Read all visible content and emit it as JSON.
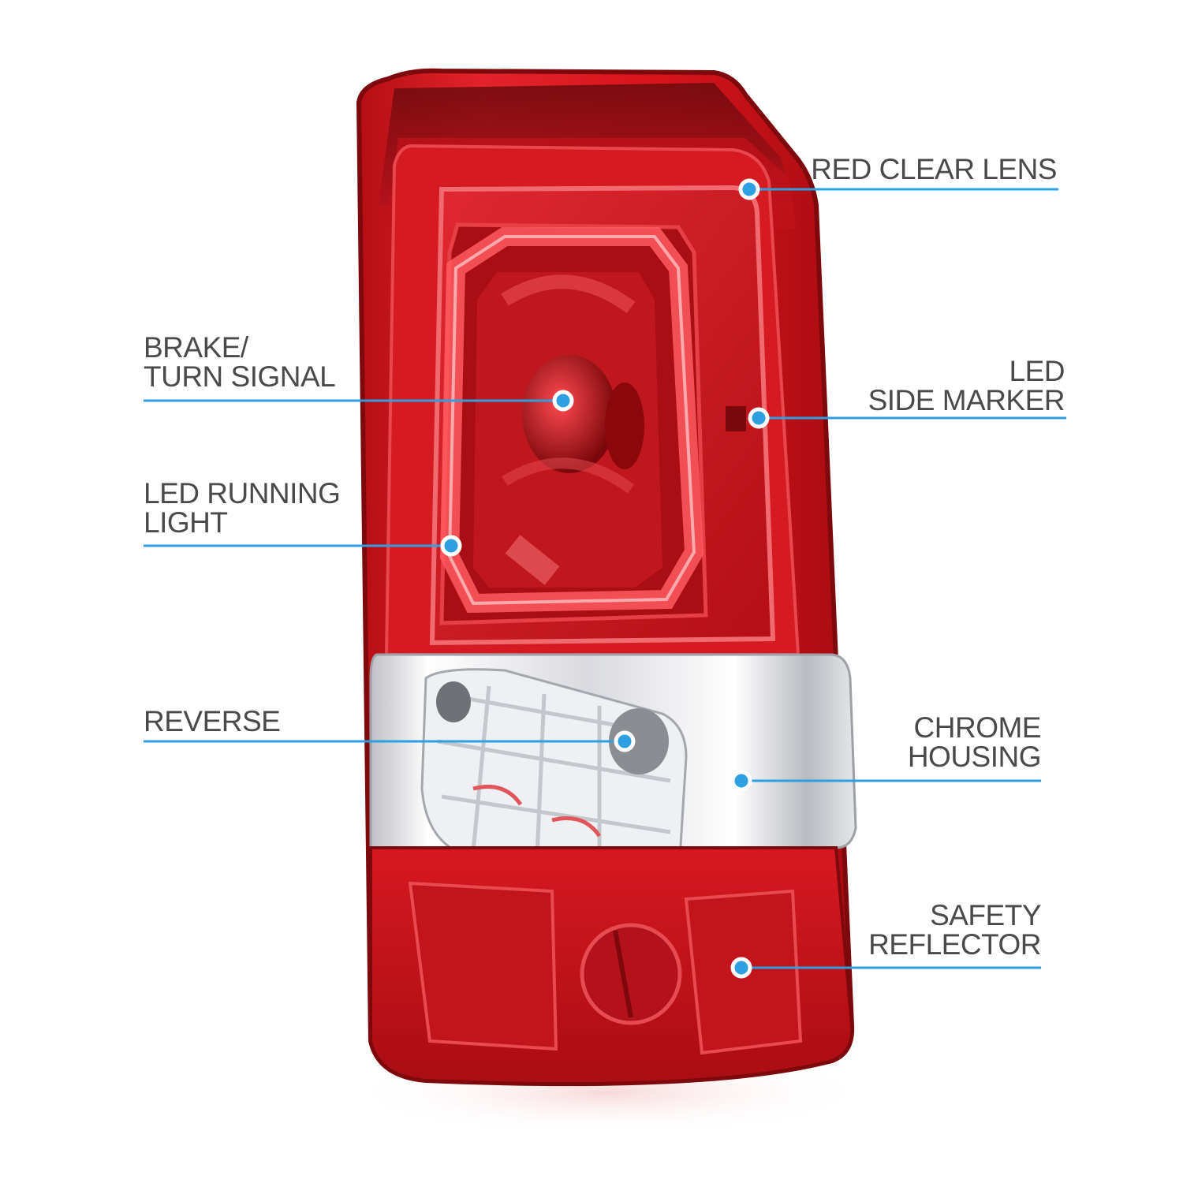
{
  "colors": {
    "callout_line": "#2e9fe0",
    "callout_dot": "#2e9fe0",
    "label_text": "#4a4a4a",
    "lens_red": "#d3141b",
    "lens_dark_red": "#8e0c10",
    "chrome": "#e9e9ec"
  },
  "callouts": {
    "red_clear_lens": {
      "lines": [
        "RED CLEAR LENS"
      ]
    },
    "led_side_marker": {
      "lines": [
        "LED",
        "SIDE MARKER"
      ]
    },
    "brake_turn_signal": {
      "lines": [
        "BRAKE/",
        "TURN SIGNAL"
      ]
    },
    "led_running_light": {
      "lines": [
        "LED RUNNING",
        "LIGHT"
      ]
    },
    "reverse": {
      "lines": [
        "REVERSE"
      ]
    },
    "chrome_housing": {
      "lines": [
        "CHROME",
        "HOUSING"
      ]
    },
    "safety_reflector": {
      "lines": [
        "SAFETY",
        "REFLECTOR"
      ]
    }
  }
}
